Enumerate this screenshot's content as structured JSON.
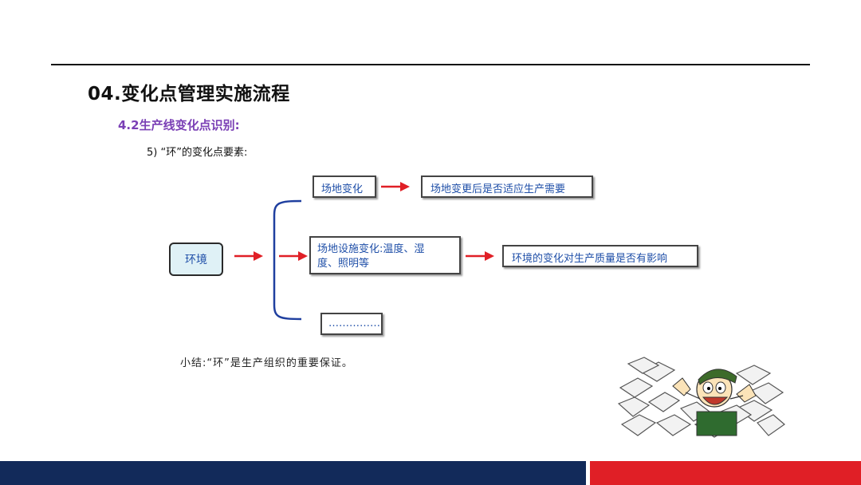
{
  "slide": {
    "title": "04.变化点管理实施流程",
    "subtitle": "4.2生产线变化点识别:",
    "item_heading": "5) “环”的变化点要素:",
    "summary": "小结:“环”是生产组织的重要保证。"
  },
  "diagram": {
    "root": "环境",
    "branches": [
      {
        "label": "场地变化",
        "result": "场地变更后是否适应生产需要"
      },
      {
        "label_line1": "场地设施变化:温度、湿",
        "label_line2": "度、照明等",
        "result": "环境的变化对生产质量是否有影响"
      },
      {
        "label": "……………"
      }
    ]
  },
  "colors": {
    "title": "#111111",
    "subtitle": "#7a3fb5",
    "box_text": "#1f4fa8",
    "bracket": "#1f3f9f",
    "arrow": "#e01f26",
    "env_fill": "#dff1f6",
    "footer_left": "#122a5a",
    "footer_right": "#e01f26"
  },
  "icons": [
    "red-arrow-icon",
    "bracket-icon",
    "cartoon-man-buried-in-boxes-icon"
  ]
}
